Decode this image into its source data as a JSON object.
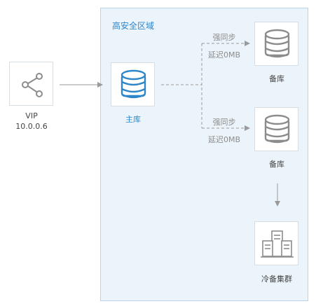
{
  "zone": {
    "title": "高安全区域"
  },
  "vip": {
    "line1": "VIP",
    "line2": "10.0.0.6",
    "icon": "share-icon"
  },
  "primary": {
    "label": "主库",
    "icon": "database-icon",
    "color": "#2d86c9"
  },
  "standby1": {
    "label": "备库",
    "icon": "database-icon",
    "link_mode": "强同步",
    "link_delay": "延迟0MB"
  },
  "standby2": {
    "label": "备库",
    "icon": "database-icon",
    "link_mode": "强同步",
    "link_delay": "延迟0MB"
  },
  "cold": {
    "label": "冷备集群",
    "icon": "server-cluster-icon"
  },
  "colors": {
    "zone_bg": "#ecf4fb",
    "zone_border": "#b9d3ea",
    "accent": "#2d86c9",
    "icon_gray": "#8c8c8c"
  }
}
